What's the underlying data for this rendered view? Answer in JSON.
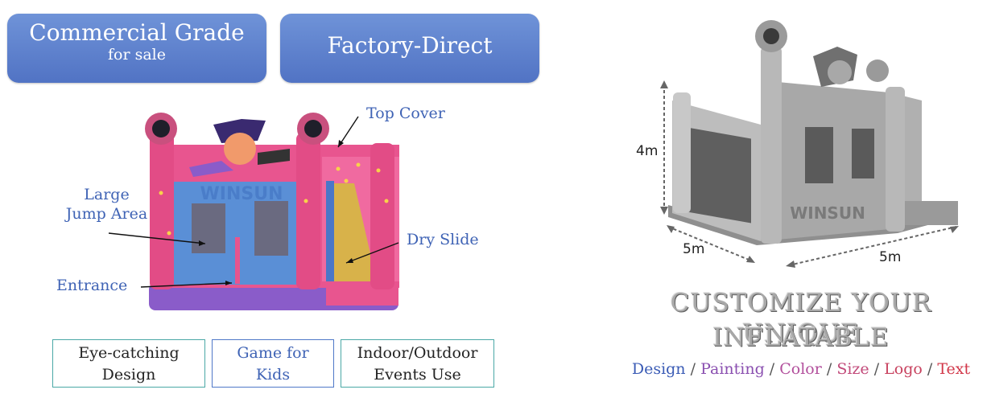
{
  "badges": {
    "commercial_line1": "Commercial Grade",
    "commercial_line2": "for sale",
    "factory": "Factory-Direct"
  },
  "callouts": {
    "top_cover": "Top Cover",
    "large_jump_line1": "Large",
    "large_jump_line2": "Jump Area",
    "dry_slide": "Dry Slide",
    "entrance": "Entrance"
  },
  "features": {
    "eye_line1": "Eye-catching",
    "eye_line2": "Design",
    "game_line1": "Game for",
    "game_line2": "Kids",
    "indoor_line1": "Indoor/Outdoor",
    "indoor_line2": "Events Use"
  },
  "logo_text": "WINSUN",
  "dimensions": {
    "height": "4m",
    "depth": "5m",
    "width": "5m"
  },
  "customize": {
    "title_line1": "CUSTOMIZE YOUR UNIQUE",
    "title_line2": "INFLATABLE",
    "options": [
      {
        "label": "Design",
        "color": "#3a5bb5"
      },
      {
        "label": "Painting",
        "color": "#8a4fb0"
      },
      {
        "label": "Color",
        "color": "#b24f9c"
      },
      {
        "label": "Size",
        "color": "#c24a7a"
      },
      {
        "label": "Logo",
        "color": "#c8425f"
      },
      {
        "label": "Text",
        "color": "#d2384a"
      }
    ],
    "separator": "/",
    "separator_color": "#555555"
  },
  "colors": {
    "pill": "#5a7ccc",
    "callout_text": "#3f63b5",
    "pink": "#e8558f",
    "blue": "#5a8fd6",
    "purple": "#8a5cc9",
    "box_teal": "#4aa8a6",
    "box_blue": "#4f78c8"
  }
}
